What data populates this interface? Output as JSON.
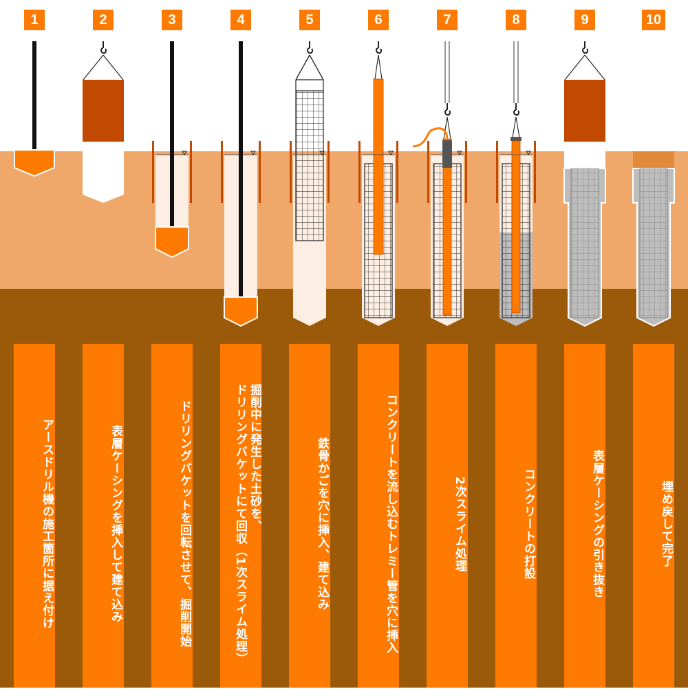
{
  "steps": [
    {
      "number": "1",
      "caption": "アースドリル機の施工箇所に据え付け"
    },
    {
      "number": "2",
      "caption": "表層ケーシングを挿入して建て込み"
    },
    {
      "number": "3",
      "caption": "ドリリングバケットを回転させて、掘削開始"
    },
    {
      "number": "4",
      "caption": "掘削中に発生した土砂を、\nドリリングバケットにて回収（1次スライム処理）"
    },
    {
      "number": "5",
      "caption": "鉄骨かごを穴に挿入、建て込み"
    },
    {
      "number": "6",
      "caption": "コンクリートを流し込むトレミー管を穴に挿入"
    },
    {
      "number": "7",
      "caption": "2次スライム処理"
    },
    {
      "number": "8",
      "caption": "コンクリートの打設"
    },
    {
      "number": "9",
      "caption": "表層ケーシングの引き抜き"
    },
    {
      "number": "10",
      "caption": "埋め戻して完了"
    }
  ],
  "colors": {
    "accent": "#FF7A00",
    "soil_upper": "#EFA86A",
    "soil_lower": "#9A5A0A",
    "casing": "#C24A00",
    "hole_fill": "#FCEEE2",
    "concrete": "#BDBDBD",
    "cable": "#111111"
  }
}
